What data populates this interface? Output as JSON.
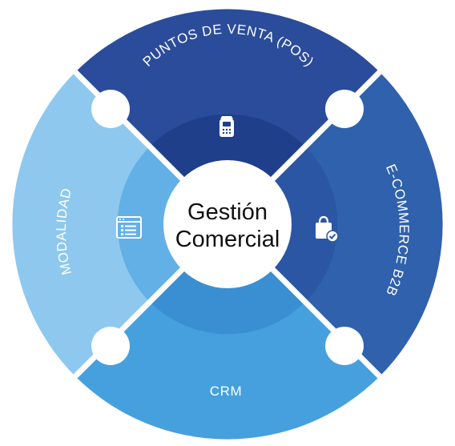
{
  "center": {
    "line1": "Gestión",
    "line2": "Comercial"
  },
  "segments": {
    "top": {
      "label": "PUNTOS DE VENTA (POS)",
      "color": "#2b4c9a",
      "inner_color": "#1f3f8a",
      "icon": "pos-terminal-icon"
    },
    "right": {
      "label": "E-COMMERCE B2B",
      "color": "#2f61ad",
      "inner_color": "#2a56a3",
      "icon": "shopping-bag-check-icon"
    },
    "bottom": {
      "label": "CRM",
      "color": "#46a0de",
      "inner_color": "#3a8fd3",
      "icon": "none"
    },
    "left": {
      "label": "MODALIDAD",
      "color": "#8ec8ee",
      "inner_color": "#62b0e6",
      "icon": "browser-window-list-icon"
    }
  },
  "colors": {
    "background": "#ffffff",
    "center_fill": "#ffffff",
    "divider": "#ffffff"
  }
}
